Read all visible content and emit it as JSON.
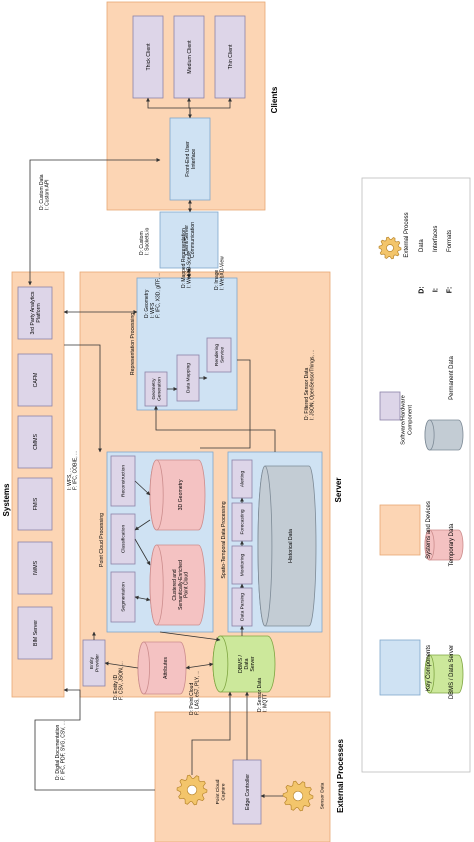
{
  "systems": {
    "title": "Systems",
    "items": [
      "3rd Party Analytics Platform",
      "CAFM",
      "CMMS",
      "FMIS",
      "IWMS",
      "BIM Server"
    ]
  },
  "clients": {
    "title": "Clients",
    "items": [
      "Thick Client",
      "Medium Client",
      "Thin Client"
    ],
    "frontend": "Front-End User Interface"
  },
  "client_server": "Client/Server Communication",
  "server": {
    "title": "Server",
    "representation": {
      "title": "Representation Processing",
      "geometry_generation": "Geometry Generation",
      "data_mapping": "Data Mapping",
      "rendering_service": "Rendering Service",
      "annot_geometry": [
        "D: Geometry",
        "I: WFS",
        "F: IFC, X3D, glTF, ..."
      ],
      "annot_mapped": [
        "D: Mapped Representation",
        "I: WebXD-Scene"
      ],
      "annot_image": [
        "D: Image",
        "I: WebXD-View"
      ]
    },
    "point_cloud": {
      "title": "Point Cloud Processing",
      "reconstruction": "Reconstruction",
      "classification": "Classification",
      "segmentation": "Segmentation",
      "geometry_3d": "3D Geometry",
      "clustered": "Clustered and Semantically-Enriched Point Cloud"
    },
    "spatio": {
      "title": "Spatio-Temporal Data Processing",
      "alerting": "Alerting",
      "forecasting": "Forecasting",
      "monitoring": "Monitoring",
      "data_parsing": "Data Parsing",
      "historical": "Historical Data"
    },
    "attributes": "Attributes",
    "entity_provider": "Entity Provider",
    "dbms": "DBMS / Data Server"
  },
  "external": {
    "title": "External Processes",
    "edge_controller": "Edge Controller",
    "point_cloud_capture": "Point Cloud Capture",
    "sensor_data": "Sensor Data"
  },
  "annotations": {
    "custom_data": [
      "D: Custom Data",
      "I: Custom API"
    ],
    "custom_sockets": [
      "D: Custom",
      "I: Sockets.io"
    ],
    "wfs": [
      "I: WFS, ...",
      "F: IFC, COBIE, ..."
    ],
    "filtered_sensor": [
      "D: Filtered Sensor Data",
      "I: JSON, OpenSensorThings, ..."
    ],
    "entity_id": [
      "D: Entity ID",
      "F: CSV, JSON, ..."
    ],
    "digital_doc": [
      "D: Digital Documentation",
      "F: IFC, PDF, SVG, CSV, ..."
    ],
    "point_cloud_in": [
      "D: Point Cloud",
      "F: LAS, e57, PLY, ..."
    ],
    "sensor_in": [
      "D: Sensor Data",
      "I: MQTT"
    ]
  },
  "legend": {
    "key_components": "Key Components",
    "systems_devices": "Systems and Devices",
    "software_hardware": "Software/Hardware Component",
    "external_process": "External Process",
    "dbms": "DBMS / Data Server",
    "temporary": "Temporary Data",
    "permanent": "Permanent Data",
    "abbr": [
      {
        "k": "D:",
        "v": "Data"
      },
      {
        "k": "I:",
        "v": "Interfaces"
      },
      {
        "k": "F:",
        "v": "Formats"
      }
    ]
  },
  "colors": {
    "orange_fill": "#fcd5b4",
    "orange_edge": "#e7a774",
    "blue_fill": "#cfe2f3",
    "blue_edge": "#7fa7cb",
    "purple_fill": "#ddd5e8",
    "purple_edge": "#8c82a8",
    "pink_fill": "#f4c2c2",
    "pink_edge": "#cc8d8d",
    "green_fill": "#cce89b",
    "green_edge": "#7fa542",
    "grey_fill": "#c3ccd4",
    "grey_edge": "#7d8a96",
    "gear": "#f3c56b"
  }
}
